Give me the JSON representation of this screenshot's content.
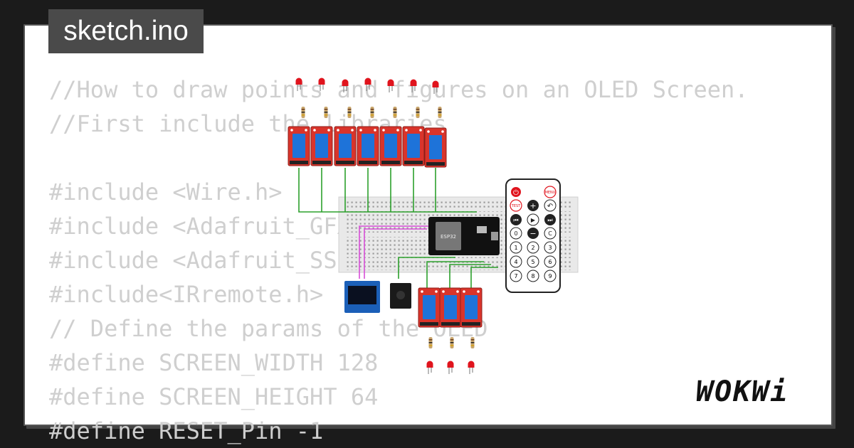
{
  "tab": {
    "title": "sketch.ino"
  },
  "code": {
    "lines": [
      "//How to draw points and figures on an OLED Screen.",
      "//First include the libraries",
      "",
      "#include <Wire.h>",
      "#include <Adafruit_GFX.h>",
      "#include <Adafruit_SSD1306.h>",
      "#include<IRremote.h>",
      "// Define the params of the OLED",
      "#define SCREEN_WIDTH 128",
      "#define SCREEN_HEIGHT 64",
      "#define RESET_Pin -1"
    ]
  },
  "circuit": {
    "relay_label": "Relay",
    "mcu_label": "ESP32",
    "remote": {
      "power": "⏻",
      "menu": "MENU",
      "test": "TEST",
      "plus": "+",
      "back": "↶",
      "prev": "⏮",
      "play": "▶",
      "next": "⏭",
      "zero": "0",
      "minus": "−",
      "clear": "C",
      "digits": [
        "1",
        "2",
        "3",
        "4",
        "5",
        "6",
        "7",
        "8",
        "9"
      ]
    }
  },
  "brand": {
    "logo": "WOKWi"
  },
  "colors": {
    "relay": "#d9342b",
    "relay_blue": "#1e73d9",
    "wire_green": "#2ca02c",
    "wire_pink": "#d84fd8",
    "led_red": "#e0141d"
  }
}
